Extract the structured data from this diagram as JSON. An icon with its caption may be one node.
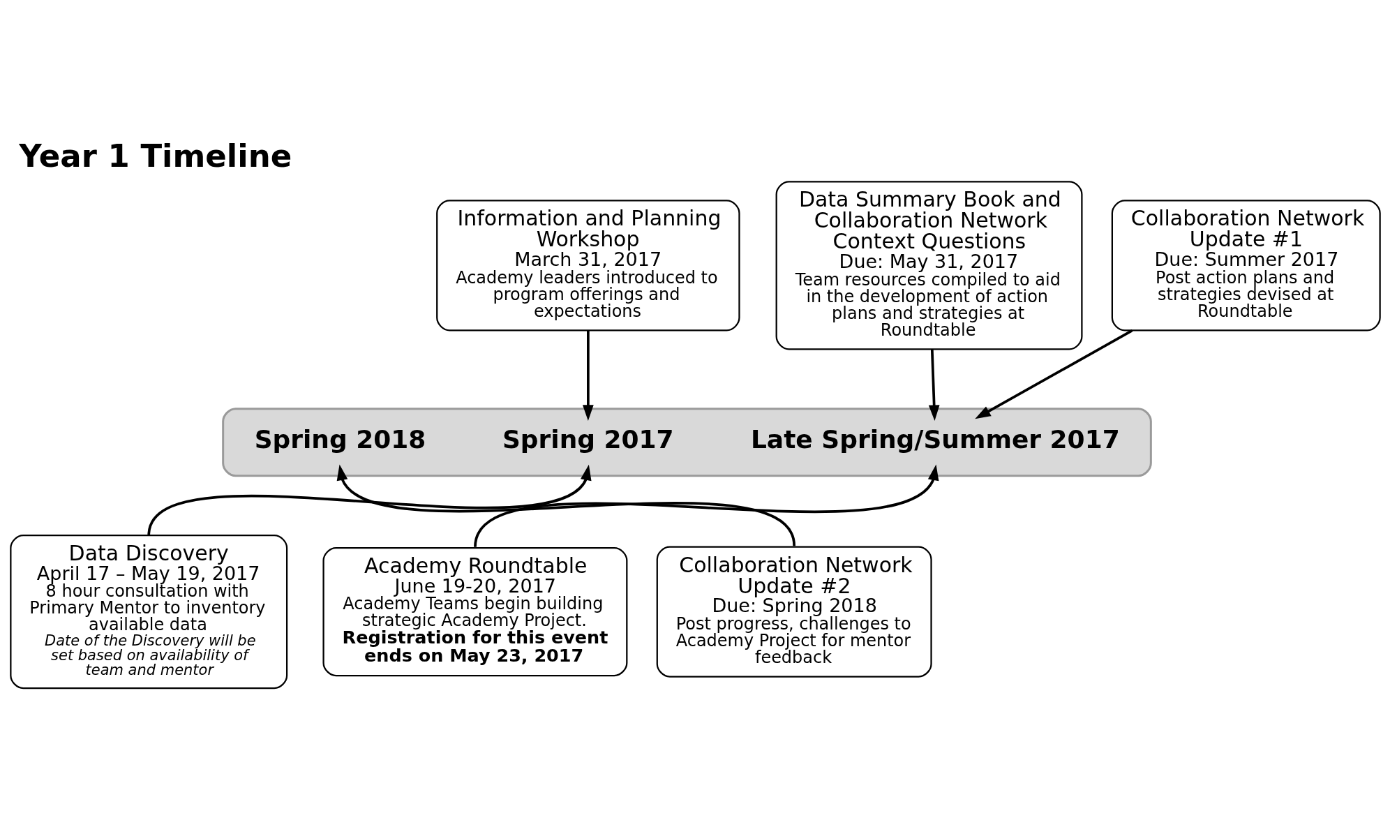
{
  "diagram": {
    "title": "Year 1 Timeline",
    "nodes": [
      {
        "text": [],
        "shape": "arrow"
      },
      {
        "text": [
          "Spring 2017"
        ],
        "in": 0
      },
      {
        "text": [
          "Late Spring/Summer 2017"
        ],
        "in": 0
      },
      {
        "text": [
          "Spring 2018"
        ],
        "in": 0
      },
      {
        "text": [
          "Information and Planning Workshop",
          "March 31, 2017",
          "Academy leaders introduced to program offerings and expectations"
        ]
      },
      {
        "text": [
          "Data Summary Book and Collaboration Network Context Questions",
          "Due: May 31, 2017",
          "Team resources compiled to aid in the development of action plans and strategies at Roundtable"
        ]
      },
      {
        "text": [
          "Collaboration Network Update #1",
          "Due: Summer 2017",
          "Post action plans and strategies devised at Roundtable"
        ]
      },
      {
        "text": [
          "Data Discovery",
          "April 17 – May 19, 2017",
          "8 hour consultation with Primary Mentor to inventory available data",
          "Date of the Discovery will be set based on availability of team and mentor"
        ]
      },
      {
        "text": [
          "Academy Roundtable",
          "June 19-20, 2017",
          "Academy Teams begin building strategic Academy Project.",
          "Registration for this event ends on May 23, 2017"
        ]
      },
      {
        "text": [
          "Collaboration Network Update #2",
          "Due: Spring 2018",
          "Post progress, challenges to Academy Project for mentor feedback"
        ]
      }
    ],
    "edges": [
      {
        "from": 4,
        "to": 1,
        "arrow": "to"
      },
      {
        "from": 5,
        "to": 2,
        "arrow": "to"
      },
      {
        "from": 6,
        "to": 2,
        "arrow": "to"
      },
      {
        "from": 7,
        "to": 1,
        "arrow": "to"
      },
      {
        "from": 8,
        "to": 2,
        "arrow": "to"
      },
      {
        "from": 9,
        "to": 3,
        "arrow": "to"
      }
    ]
  }
}
